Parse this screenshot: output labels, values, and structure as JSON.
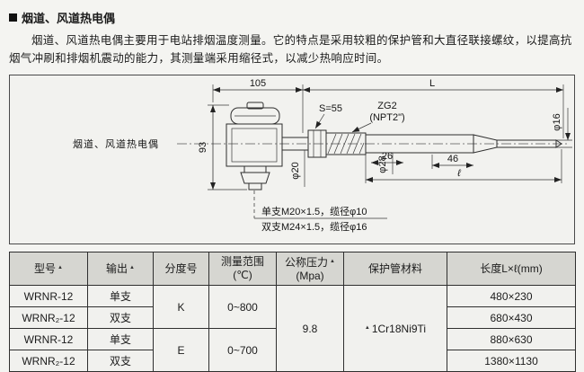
{
  "page": {
    "title": "烟道、风道热电偶",
    "intro": "烟道、风道热电偶主要用于电站排烟温度测量。它的特点是采用较粗的保护管和大直径联接螺纹，以提高抗烟气冲刷和排烟机震动的能力，其测量端采用缩径式，以减少热响应时间。"
  },
  "diagram": {
    "caption": "烟道、风道热电偶",
    "dims": {
      "d105": "105",
      "dL": "L",
      "d93": "93",
      "s55": "S=55",
      "zg2_line1": "ZG2",
      "zg2_line2": "(NPT2\")",
      "phi16": "φ16",
      "phi20": "φ20",
      "phi28": "φ28",
      "d26": "26",
      "d46": "46",
      "ell": "ℓ"
    },
    "notes": {
      "single": "单支M20×1.5，缆径φ10",
      "double": "双支M24×1.5，缆径φ16"
    }
  },
  "table": {
    "headers": {
      "model": "型号",
      "output": "输出",
      "graduation": "分度号",
      "range_line1": "测量范围",
      "range_line2": "(℃)",
      "pressure_line1": "公称压力",
      "pressure_line2": "(Mpa)",
      "material": "保护管材料",
      "length": "长度L×ℓ(mm)"
    },
    "groups": {
      "grad_k": "K",
      "grad_e": "E",
      "range_k": "0~800",
      "range_e": "0~700",
      "pressure": "9.8",
      "material": "1Cr18Ni9Ti"
    },
    "rows": [
      {
        "model": "WRNR-12",
        "output": "单支",
        "length": "480×230"
      },
      {
        "model": "WRNR₂-12",
        "output": "双支",
        "length": "680×430"
      },
      {
        "model": "WRNR-12",
        "output": "单支",
        "length": "880×630"
      },
      {
        "model": "WRNR₂-12",
        "output": "双支",
        "length": "1380×1130"
      }
    ]
  },
  "marks": {
    "triangle": "▲"
  }
}
